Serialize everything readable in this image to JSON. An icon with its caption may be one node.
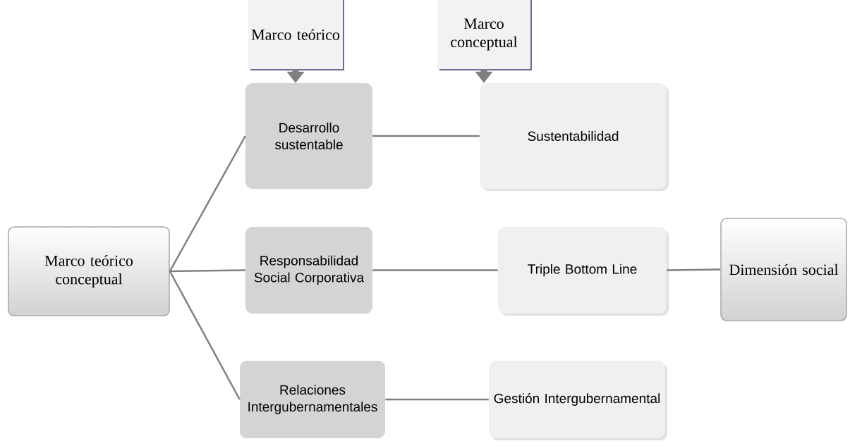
{
  "diagram": {
    "nodes": [
      {
        "text": [
          "Marco teórico conceptual"
        ]
      },
      {
        "text": [
          "Marco teórico"
        ]
      },
      {
        "text": [
          "Marco conceptual"
        ]
      },
      {
        "text": [
          "Desarrollo sustentable"
        ]
      },
      {
        "text": [
          "Sustentabilidad"
        ]
      },
      {
        "text": [
          "Responsabilidad Social Corporativa"
        ]
      },
      {
        "text": [
          "Triple Bottom Line"
        ]
      },
      {
        "text": [
          "Dimensión social"
        ]
      },
      {
        "text": [
          "Relaciones Intergubernamentales"
        ]
      },
      {
        "text": [
          "Gestión Intergubernamental"
        ]
      }
    ],
    "edges": [
      {
        "from": 0,
        "to": 3,
        "arrow": "none"
      },
      {
        "from": 0,
        "to": 5,
        "arrow": "none"
      },
      {
        "from": 0,
        "to": 8,
        "arrow": "none"
      },
      {
        "from": 3,
        "to": 4,
        "arrow": "none"
      },
      {
        "from": 5,
        "to": 6,
        "arrow": "none"
      },
      {
        "from": 6,
        "to": 7,
        "arrow": "none"
      },
      {
        "from": 8,
        "to": 9,
        "arrow": "none"
      },
      {
        "from": 1,
        "to": 3,
        "arrow": "to",
        "style": "thick"
      },
      {
        "from": 2,
        "to": 4,
        "arrow": "to",
        "style": "thick"
      }
    ]
  }
}
